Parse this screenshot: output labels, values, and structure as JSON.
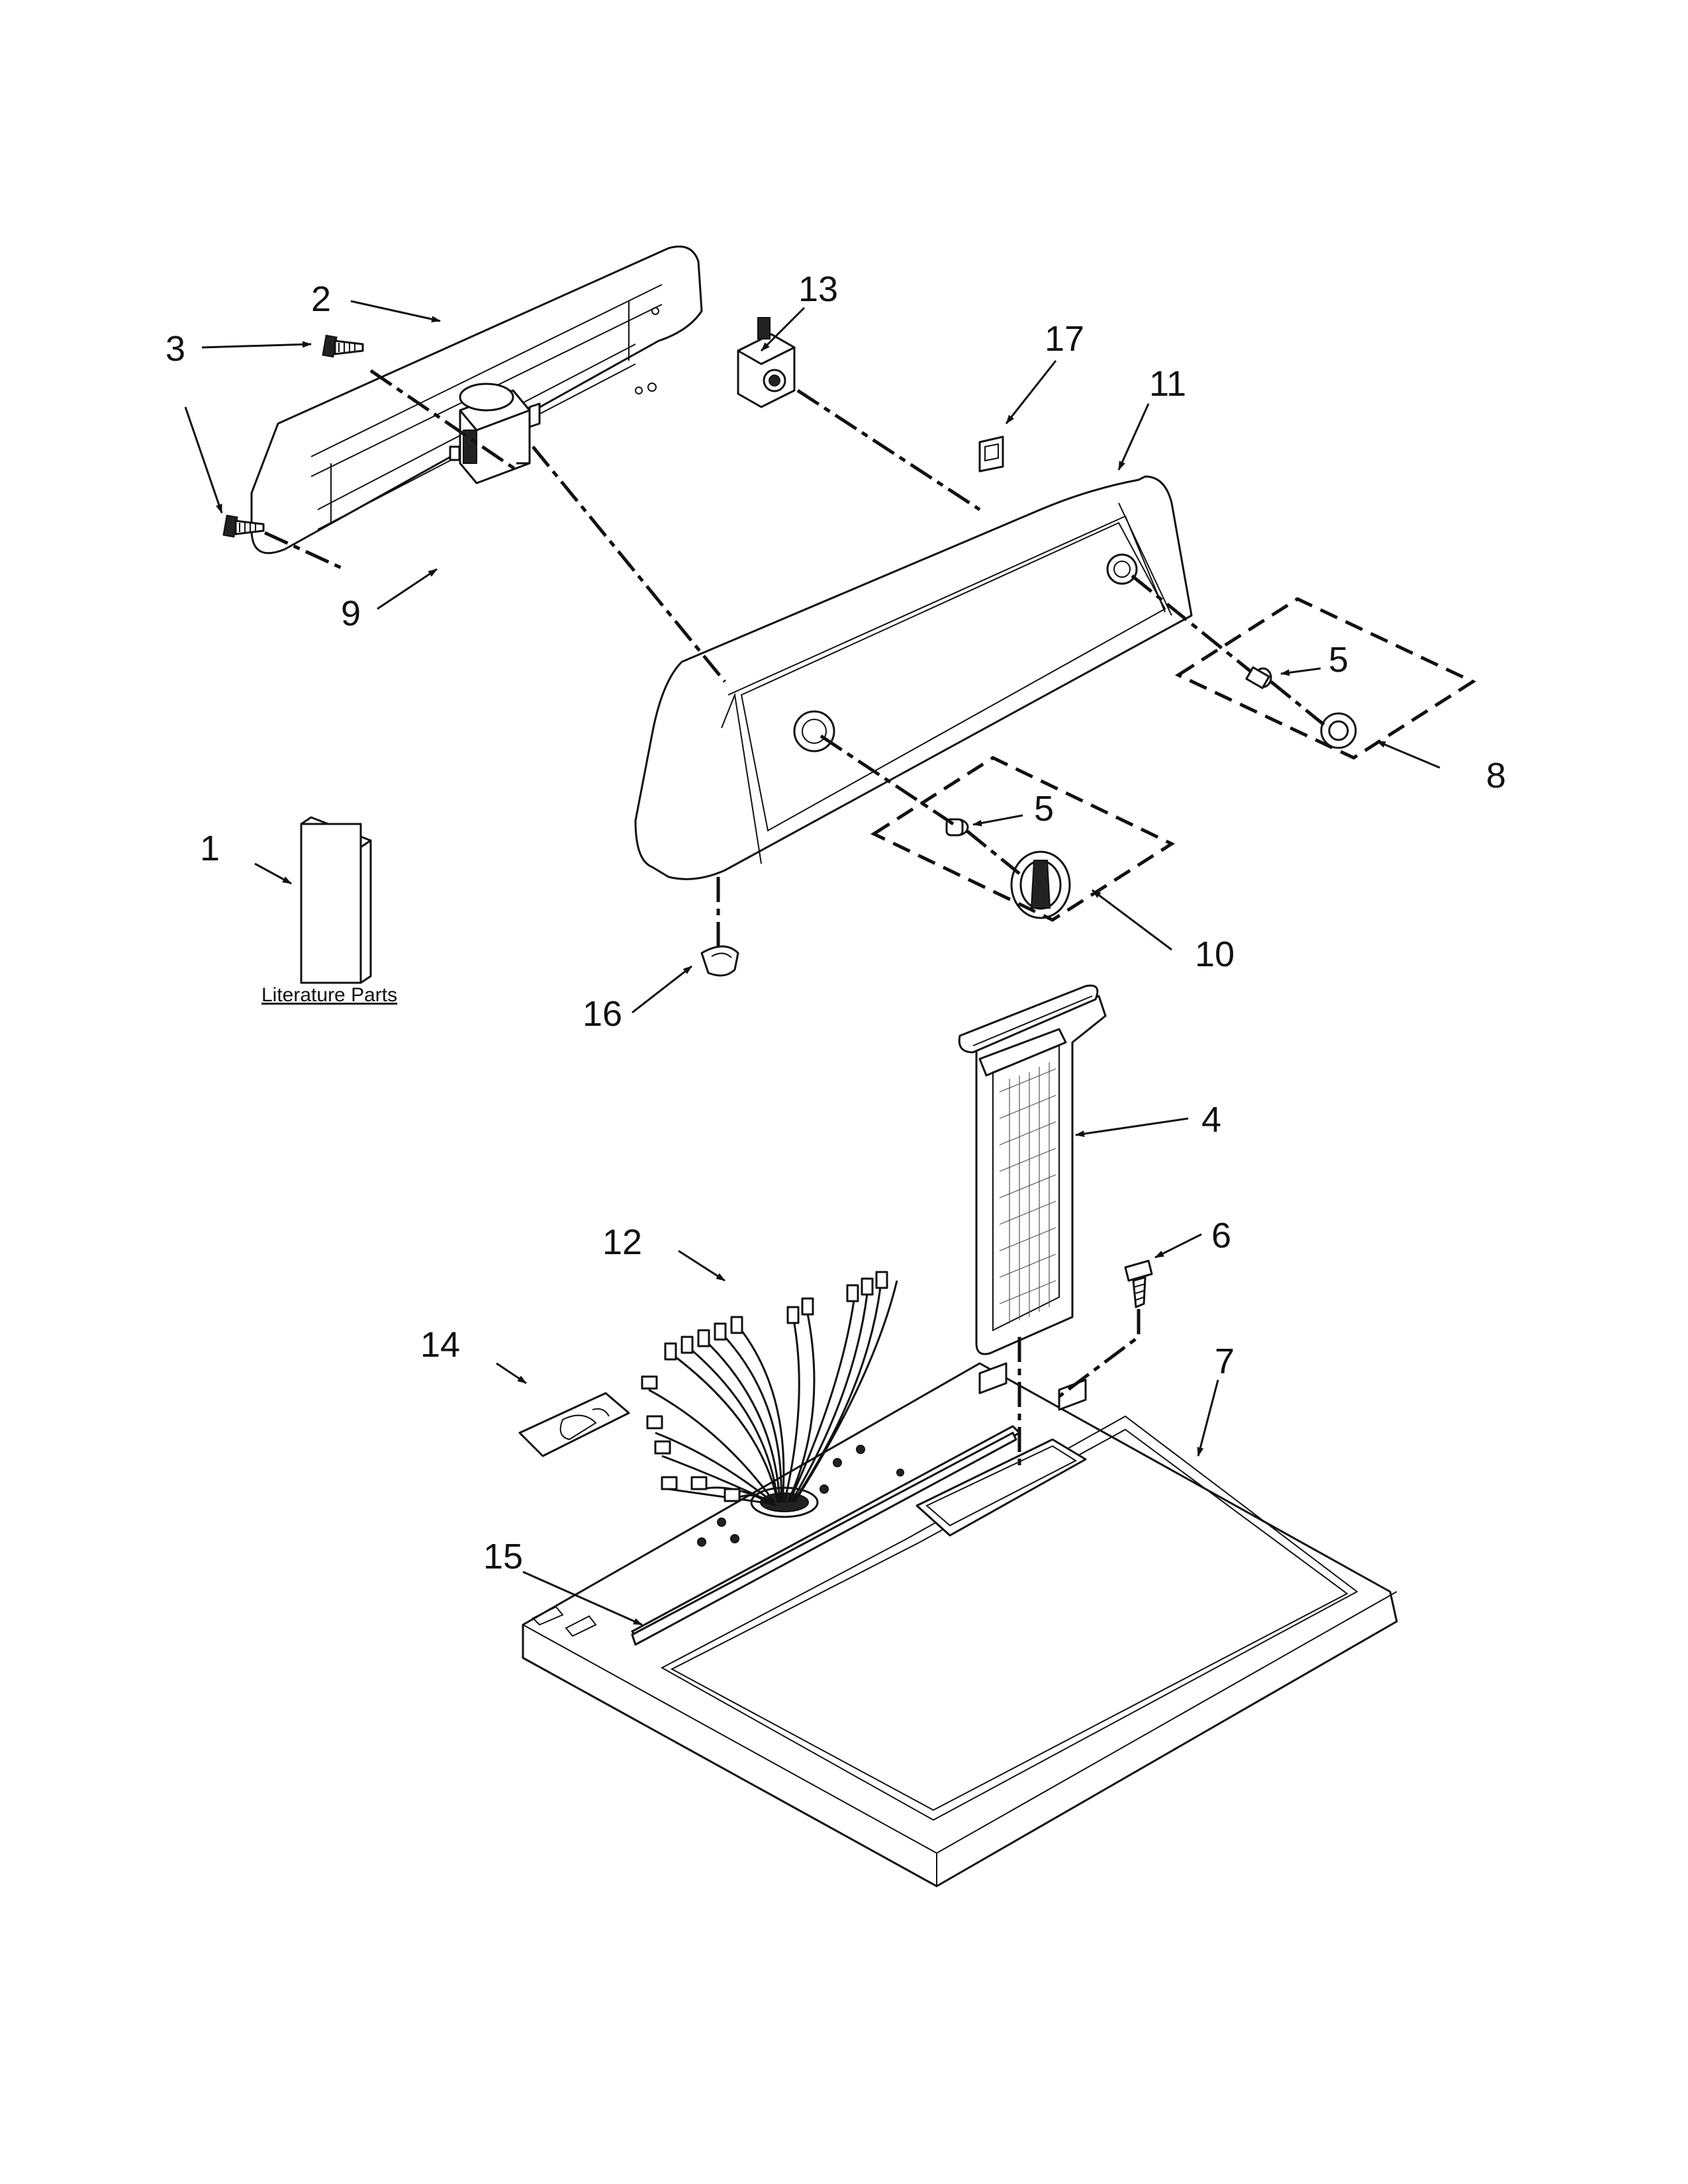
{
  "callouts": {
    "c1": "1",
    "c2": "2",
    "c3a": "3",
    "c4": "4",
    "c5a": "5",
    "c5b": "5",
    "c6": "6",
    "c7": "7",
    "c8": "8",
    "c9": "9",
    "c10": "10",
    "c11": "11",
    "c12": "12",
    "c13": "13",
    "c14": "14",
    "c15": "15",
    "c16": "16",
    "c17": "17"
  },
  "literature_label": "Literature Parts"
}
